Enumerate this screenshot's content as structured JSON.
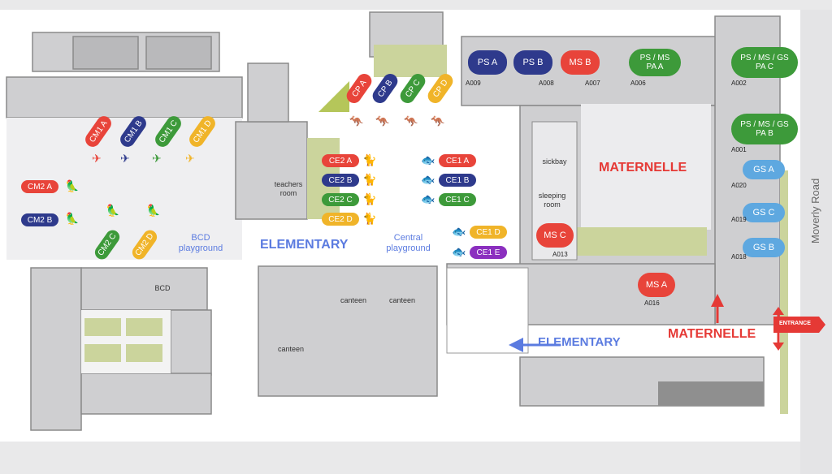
{
  "colors": {
    "navy": "#2e3a8c",
    "red": "#e8443a",
    "green": "#3d9a3a",
    "yellow": "#f0b429",
    "lightblue": "#5ea8e0",
    "purple": "#8b2fbf",
    "accent": "#5b7be0",
    "label_red": "#e53935"
  },
  "road": "Moverly Road",
  "zones": {
    "maternelle_main": "MATERNELLE",
    "maternelle_entrance": "MATERNELLE",
    "elementary_main": "ELEMENTARY",
    "elementary_arrow": "ELEMENTARY",
    "entrance": "ENTRANCE"
  },
  "areas": {
    "bcd_playground": "BCD\nplayground",
    "central_playground": "Central\nplayground",
    "bcd": "BCD",
    "teachers_room": "teachers\nroom",
    "sickbay": "sickbay",
    "sleeping_room": "sleeping\nroom",
    "canteen1": "canteen",
    "canteen2": "canteen",
    "canteen3": "canteen"
  },
  "maternelle_classes": [
    {
      "label": "PS A",
      "color": "navy",
      "room": "A009"
    },
    {
      "label": "PS B",
      "color": "navy",
      "room": "A008"
    },
    {
      "label": "MS B",
      "color": "red",
      "room": "A007"
    },
    {
      "label": "PS / MS\nPA A",
      "color": "green",
      "room": "A006"
    },
    {
      "label": "PS / MS / GS\nPA C",
      "color": "green",
      "room": "A002"
    },
    {
      "label": "PS / MS / GS\nPA B",
      "color": "green",
      "room": "A001"
    },
    {
      "label": "GS A",
      "color": "lightblue",
      "room": "A020"
    },
    {
      "label": "GS C",
      "color": "lightblue",
      "room": "A019"
    },
    {
      "label": "GS B",
      "color": "lightblue",
      "room": "A018"
    },
    {
      "label": "MS C",
      "color": "red",
      "room": "A013"
    },
    {
      "label": "MS A",
      "color": "red",
      "room": "A016"
    }
  ],
  "elementary_classes": {
    "cp": [
      "CP A",
      "CP B",
      "CP C",
      "CP D"
    ],
    "cm1": [
      "CM1 A",
      "CM1 B",
      "CM1 C",
      "CM1 D"
    ],
    "cm2": [
      "CM2 A",
      "CM2 B",
      "CM2 C",
      "CM2 D"
    ],
    "ce2": [
      "CE2 A",
      "CE2 B",
      "CE2 C",
      "CE2 D"
    ],
    "ce1": [
      "CE1 A",
      "CE1 B",
      "CE1 C",
      "CE1 D",
      "CE1 E"
    ]
  }
}
